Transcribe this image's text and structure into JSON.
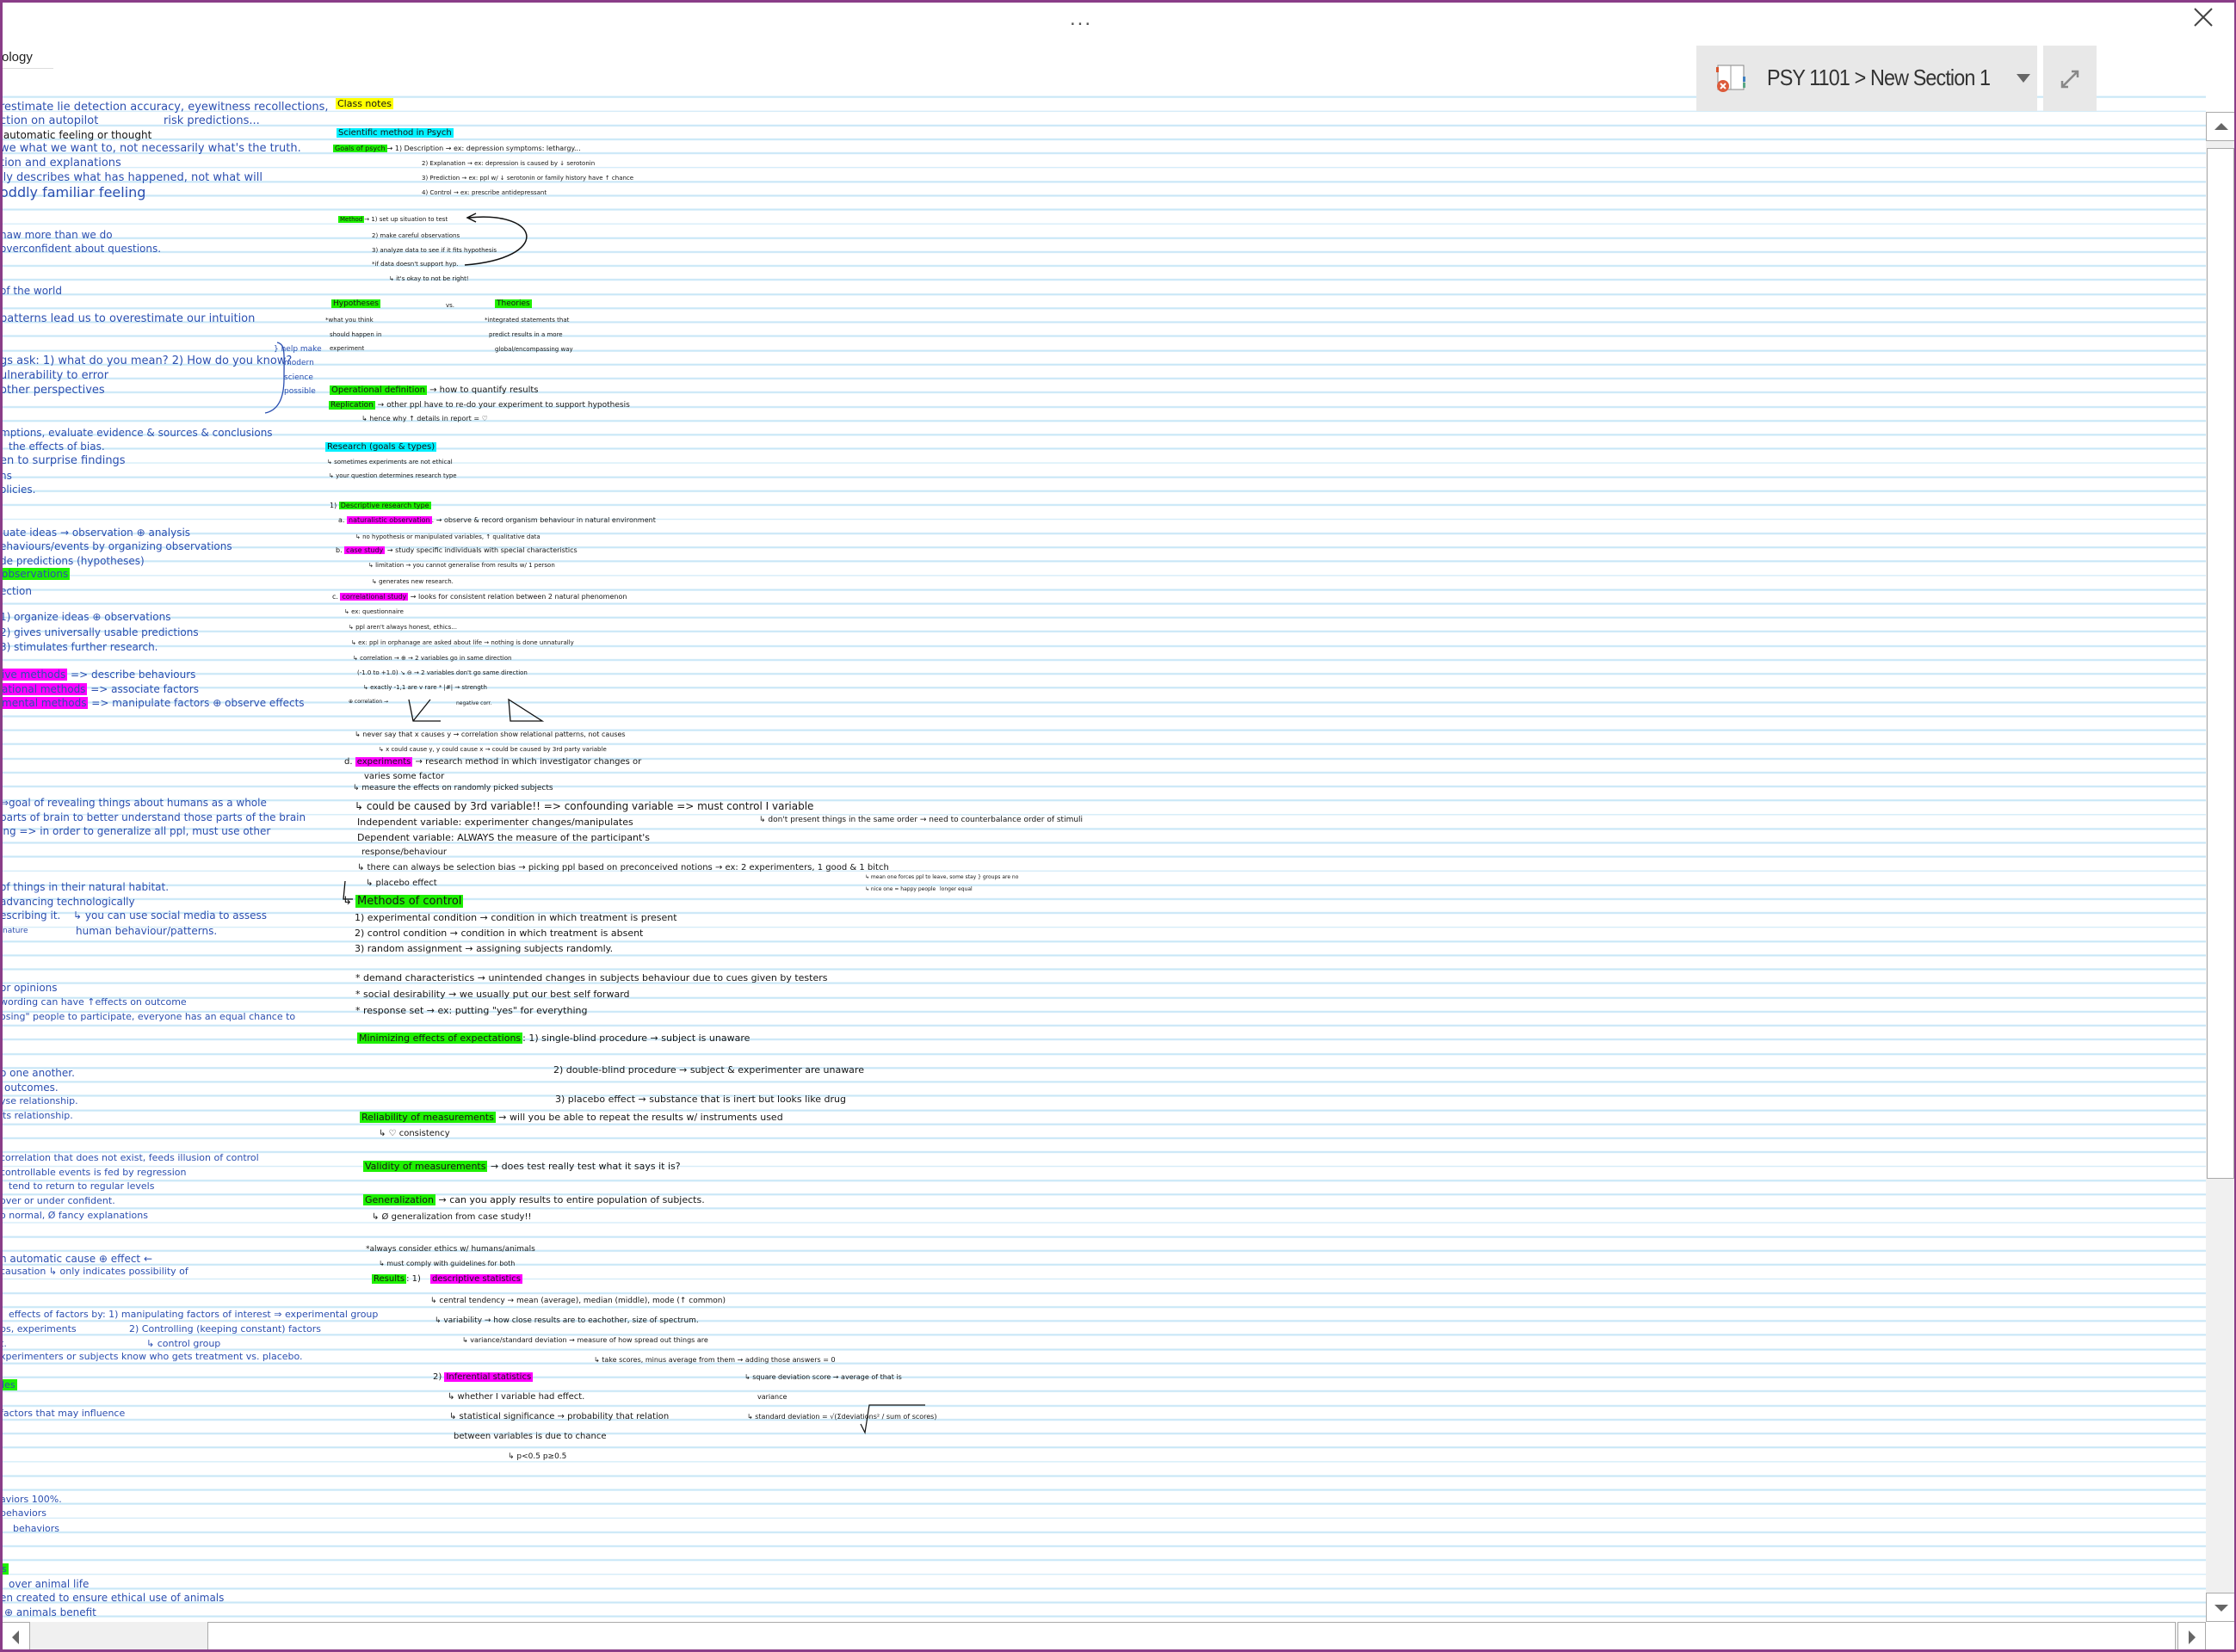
{
  "window": {
    "title_partial": "ology",
    "more_label": "...",
    "close_icon": "close-icon"
  },
  "notebook": {
    "label": "PSY 1101 > New Section 1",
    "icon": "notebook-sync-error-icon",
    "expand_icon": "expand-icon"
  },
  "colors": {
    "blue_ink": "#2b4fb0",
    "black_ink": "#151515",
    "green": "#1ef000",
    "magenta": "#ff00ff",
    "cyan": "#00f0ff",
    "yellow": "#ffff00",
    "frame": "#8a3d88"
  },
  "scroll": {
    "vertical_position_pct": 3,
    "horizontal_position_pct": 8
  },
  "notes": {
    "left": [
      {
        "t": "restimate lie detection accuracy, eyewitness recollections,"
      },
      {
        "t": "ction on autopilot"
      },
      {
        "t": "risk predictions..."
      },
      {
        "t": ",automatic feeling or thought",
        "ink": "black"
      },
      {
        "t": "we what we want to, not necessarily what's the truth."
      },
      {
        "t": "tion and explanations"
      },
      {
        "t": "ily describes what has happened, not what will"
      },
      {
        "t": "oddly familiar feeling"
      },
      {
        "t": "naw more than we do"
      },
      {
        "t": "overconfident about questions."
      },
      {
        "t": "of the world"
      },
      {
        "t": "patterns lead us to overestimate our intuition"
      },
      {
        "t": "gs ask: 1) what do you mean? 2) How do you know?"
      },
      {
        "t": "ulnerability to error"
      },
      {
        "t": "other perspectives"
      },
      {
        "t": "} help make"
      },
      {
        "t": "modern"
      },
      {
        "t": "science"
      },
      {
        "t": "possible"
      },
      {
        "t": "mptions, evaluate evidence & sources & conclusions"
      },
      {
        "t": "the effects of bias."
      },
      {
        "t": "en to surprise findings"
      },
      {
        "t": "ns"
      },
      {
        "t": "olicies."
      },
      {
        "t": "luate ideas → observation ⊕ analysis"
      },
      {
        "t": "ehaviours/events by organizing observations"
      },
      {
        "t": "de predictions (hypotheses)"
      },
      {
        "h": "observations",
        "hl": "green",
        "t": ""
      },
      {
        "t": "ection"
      },
      {
        "t": "1) organize ideas ⊕ observations"
      },
      {
        "t": "2) gives universally usable predictions"
      },
      {
        "t": "3) stimulates further research."
      },
      {
        "h": "ive methods",
        "hl": "magenta",
        "t": " => describe behaviours"
      },
      {
        "h": "ational methods",
        "hl": "magenta",
        "t": " => associate factors"
      },
      {
        "h": "mental methods",
        "hl": "magenta",
        "t": " => manipulate factors ⊕ observe effects"
      },
      {
        "t": "⇒goal of revealing things about humans as a whole"
      },
      {
        "t": "parts of brain to better understand those parts of the brain"
      },
      {
        "t": "ing => in order to generalize all ppl, must use other"
      },
      {
        "t": "of things in their natural habitat."
      },
      {
        "t": "advancing technologically"
      },
      {
        "t": "escribing it."
      },
      {
        "t": "↳ you can use social media to assess"
      },
      {
        "t": "nature"
      },
      {
        "t": "human behaviour/patterns."
      },
      {
        "t": "or opinions"
      },
      {
        "t": "wording can have ↑effects on outcome"
      },
      {
        "t": "osing\" people to participate, everyone has an equal chance to"
      },
      {
        "t": "o one another."
      },
      {
        "t": "outcomes."
      },
      {
        "t": "yse relationship."
      },
      {
        "t": "its relationship."
      },
      {
        "t": "correlation that does not exist, feeds illusion of control"
      },
      {
        "t": "controllable events is fed by regression"
      },
      {
        "t": "tend to return to regular levels"
      },
      {
        "t": "over or under confident."
      },
      {
        "t": "o normal, Ø fancy explanations"
      },
      {
        "t": "h automatic cause ⊕ effect ←"
      },
      {
        "t": "causation ↳ only indicates possibility of"
      },
      {
        "t": "effects of factors by: 1) manipulating factors of interest ⇒ experimental group"
      },
      {
        "t": "ps, experiments"
      },
      {
        "t": "2) Controlling (keeping constant) factors"
      },
      {
        "t": "t."
      },
      {
        "t": "↳ control group"
      },
      {
        "t": "xperimenters or subjects know who gets treatment vs. placebo."
      },
      {
        "h": "les",
        "hl": "green",
        "t": ""
      },
      {
        "t": "factors that may influence"
      },
      {
        "t": "aviors 100%."
      },
      {
        "t": "behaviors"
      },
      {
        "t": "behaviors"
      },
      {
        "h": "s",
        "hl": "green",
        "t": ""
      },
      {
        "t": "over animal life"
      },
      {
        "t": "en created to ensure ethical use of animals"
      },
      {
        "t": "⊕ animals benefit"
      }
    ],
    "middle": [
      {
        "h": "Class notes",
        "hl": "yellow",
        "t": ""
      },
      {
        "h": "Scientific method in Psych",
        "hl": "cyan",
        "t": ""
      },
      {
        "h": "Goals of psych",
        "hl": "green",
        "t": "→ 1) Description → ex: depression symptoms: lethargy..."
      },
      {
        "t": "2) Explanation → ex: depression is caused by ↓ serotonin"
      },
      {
        "t": "3) Prediction → ex: ppl w/ ↓ serotonin or family history have ↑ chance"
      },
      {
        "t": "4) Control → ex: prescribe antidepressant"
      },
      {
        "h": "Method",
        "hl": "green",
        "t": "→ 1) set up situation to test"
      },
      {
        "t": "2) make careful observations"
      },
      {
        "t": "3) analyze data to see if it fits hypothesis"
      },
      {
        "t": "*if data doesn't support hyp."
      },
      {
        "t": "↳ it's okay to not be right!"
      },
      {
        "h": "Hypotheses",
        "hl": "green",
        "t": ""
      },
      {
        "t": "vs."
      },
      {
        "h": "Theories",
        "hl": "green",
        "t": ""
      },
      {
        "t": "*what you think"
      },
      {
        "t": "should happen in"
      },
      {
        "t": "experiment"
      },
      {
        "t": "*integrated statements that"
      },
      {
        "t": "predict results in a more"
      },
      {
        "t": "global/encompassing way"
      },
      {
        "h": "Operational definition",
        "hl": "green",
        "t": " → how to quantify results"
      },
      {
        "h": "Replication",
        "hl": "green",
        "t": " → other ppl have to re-do your experiment to support hypothesis"
      },
      {
        "t": "↳ hence why ↑ details in report = ♡"
      },
      {
        "h": "Research (goals & types)",
        "hl": "cyan",
        "t": ""
      },
      {
        "t": "↳ sometimes experiments are not ethical"
      },
      {
        "t": "↳ your question determines research type"
      },
      {
        "t": "1) ",
        "h": "Descriptive research type",
        "hl": "green",
        "pre": true
      },
      {
        "t": "a. ",
        "h": "naturalistic observation",
        "hl": "magenta",
        "pre": true,
        "post": ". → observe & record organism behaviour in natural environment"
      },
      {
        "t": "↳ no hypothesis or manipulated variables, ↑ qualitative data"
      },
      {
        "t": "b. ",
        "h": "case study",
        "hl": "magenta",
        "pre": true,
        "post": " → study specific individuals with special characteristics"
      },
      {
        "t": "↳ limitation → you cannot generalise from results w/ 1 person"
      },
      {
        "t": "↳ generates new research."
      },
      {
        "t": "c. ",
        "h": "correlational study",
        "hl": "magenta",
        "pre": true,
        "post": " → looks for consistent relation between 2 natural phenomenon"
      },
      {
        "t": "↳ ex: questionnaire"
      },
      {
        "t": "↳ ppl aren't always honest, ethics..."
      },
      {
        "t": "↳ ex: ppl in orphanage are asked about life → nothing is done unnaturally"
      },
      {
        "t": "↳ correlation → ⊕ → 2 variables go in same direction"
      },
      {
        "t": "(-1.0 to +1.0) ↘ ⊖ → 2 variables don't go same direction"
      },
      {
        "t": "↳ exactly -1,1 are v rare  * |#| → strength"
      },
      {
        "t": "⊕ correlation →"
      },
      {
        "t": "negative corr."
      },
      {
        "t": "↳ never say that x causes y → correlation show relational patterns, not causes"
      },
      {
        "t": "↳ x could cause y, y could cause x → could be caused by 3rd party variable"
      },
      {
        "t": "d. ",
        "h": "experiments",
        "hl": "magenta",
        "pre": true,
        "post": " → research method in which investigator changes or"
      },
      {
        "t": "varies some factor"
      },
      {
        "t": "↳ measure the effects on randomly picked subjects"
      },
      {
        "t": "↳ could be caused by 3rd variable!! => confounding variable => must control I variable"
      },
      {
        "t": "Independent variable: experimenter changes/manipulates"
      },
      {
        "t": "↳ don't present things in the same order → need to counterbalance order of stimuli"
      },
      {
        "t": "Dependent variable: ALWAYS the measure of the participant's"
      },
      {
        "t": "response/behaviour"
      },
      {
        "t": "↳ there can always be selection bias → picking ppl based on preconceived notions → ex: 2 experimenters, 1 good & 1 bitch"
      },
      {
        "t": "↳ mean one forces ppl to leave, some stay } groups are no"
      },
      {
        "t": "↳ nice one = happy people"
      },
      {
        "t": "longer equal"
      },
      {
        "t": "↳ placebo effect"
      },
      {
        "t": "↳ ",
        "h": "Methods of control",
        "hl": "green",
        "pre": true
      },
      {
        "t": "1) experimental condition → condition in which treatment is present"
      },
      {
        "t": "2) control condition → condition in which treatment is absent"
      },
      {
        "t": "3) random assignment → assigning subjects randomly."
      },
      {
        "t": "* demand characteristics → unintended changes in subjects behaviour due to cues given by testers"
      },
      {
        "t": "* social desirability → we usually put our best self forward"
      },
      {
        "t": "* response set → ex: putting \"yes\" for everything"
      },
      {
        "h": "Minimizing effects of expectations",
        "hl": "green",
        "t": ": 1) single-blind procedure → subject is unaware"
      },
      {
        "t": "2) double-blind procedure → subject & experimenter are unaware"
      },
      {
        "t": "3) placebo effect → substance that is inert but looks like drug"
      },
      {
        "h": "Reliability of measurements",
        "hl": "green",
        "t": " → will you be able to repeat the results w/ instruments used"
      },
      {
        "t": "↳ ♡ consistency"
      },
      {
        "h": "Validity of measurements",
        "hl": "green",
        "t": " → does test really test what it says it is?"
      },
      {
        "h": "Generalization",
        "hl": "green",
        "t": " → can you apply results to entire population of subjects."
      },
      {
        "t": "↳ Ø generalization from case study!!"
      },
      {
        "t": "*always consider ethics w/ humans/animals"
      },
      {
        "t": "↳ must comply with guidelines for both"
      },
      {
        "h": "Results",
        "hl": "green",
        "t": ": 1) "
      },
      {
        "h": "descriptive statistics",
        "hl": "magenta",
        "t": ""
      },
      {
        "t": "↳ central tendency → mean (average), median (middle), mode (↑ common)"
      },
      {
        "t": "↳ variability → how close results are to eachother, size of spectrum."
      },
      {
        "t": "↳ variance/standard deviation → measure of how spread out things are"
      },
      {
        "t": "↳ take scores, minus average from them → adding those answers = 0"
      },
      {
        "t": "2) ",
        "h": "Inferential statistics",
        "hl": "magenta",
        "pre": true
      },
      {
        "t": "↳ square deviation score → average of that is"
      },
      {
        "t": "↳ whether I variable had effect."
      },
      {
        "t": "variance"
      },
      {
        "t": "↳ statistical significance → probability that relation"
      },
      {
        "t": "↳ standard deviation = √(Σdeviations² / sum of scores)"
      },
      {
        "t": "between variables is due to chance"
      },
      {
        "t": "↳ p<0.5   p≥0.5"
      }
    ]
  }
}
